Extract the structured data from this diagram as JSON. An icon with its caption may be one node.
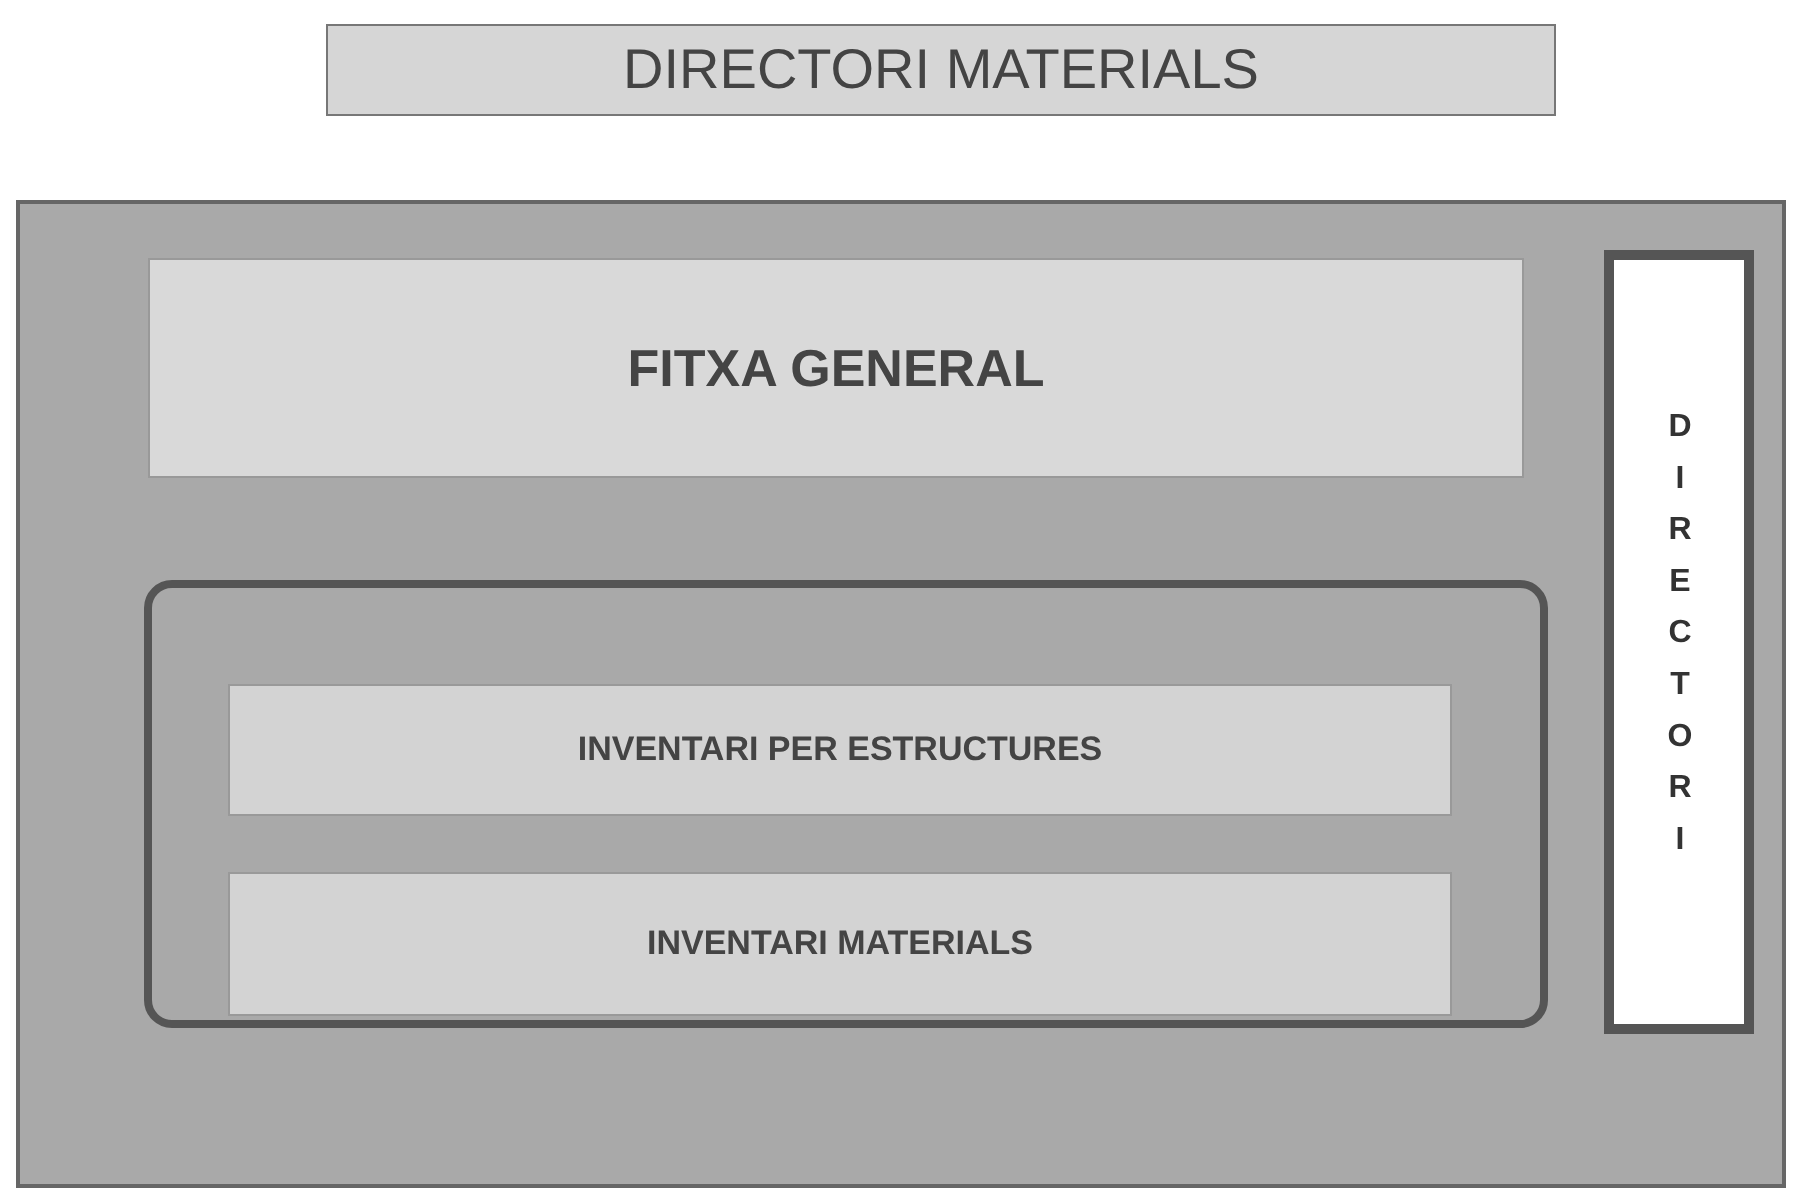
{
  "diagram": {
    "nodes": [
      {
        "text": [
          "DIRECTORI MATERIALS"
        ]
      },
      {
        "text": [],
        "shape": "box"
      },
      {
        "text": [
          "FITXA GENERAL"
        ],
        "in": 1
      },
      {
        "text": [],
        "shape": "box",
        "in": 1
      },
      {
        "text": [
          "INVENTARI PER ESTRUCTURES"
        ],
        "in": 3
      },
      {
        "text": [
          "INVENTARI MATERIALS"
        ],
        "in": 3
      },
      {
        "text": [
          "DIRECTORI"
        ],
        "in": 1
      }
    ]
  }
}
